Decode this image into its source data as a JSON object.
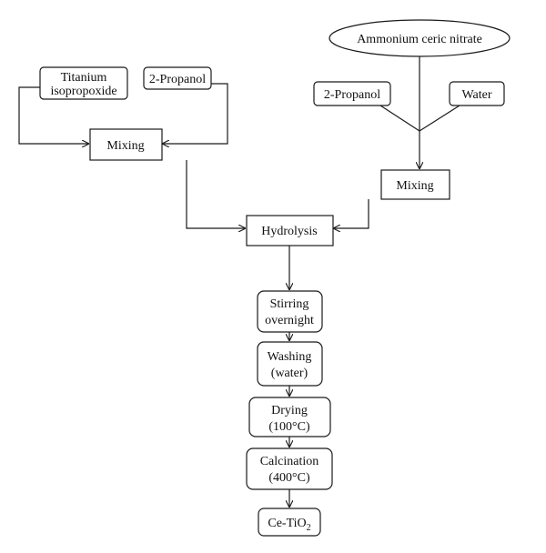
{
  "nodes": {
    "ammonium": "Ammonium ceric nitrate",
    "titanium_line1": "Titanium",
    "titanium_line2": "isopropoxide",
    "propanol_left": "2-Propanol",
    "propanol_right": "2-Propanol",
    "water": "Water",
    "mixing_left": "Mixing",
    "mixing_right": "Mixing",
    "hydrolysis": "Hydrolysis",
    "stirring_line1": "Stirring",
    "stirring_line2": "overnight",
    "washing_line1": "Washing",
    "washing_line2": "(water)",
    "drying_line1": "Drying",
    "drying_line2": "(100°C)",
    "calcination_line1": "Calcination",
    "calcination_line2": "(400°C)",
    "product_main": "Ce-TiO",
    "product_subscript": "2"
  }
}
